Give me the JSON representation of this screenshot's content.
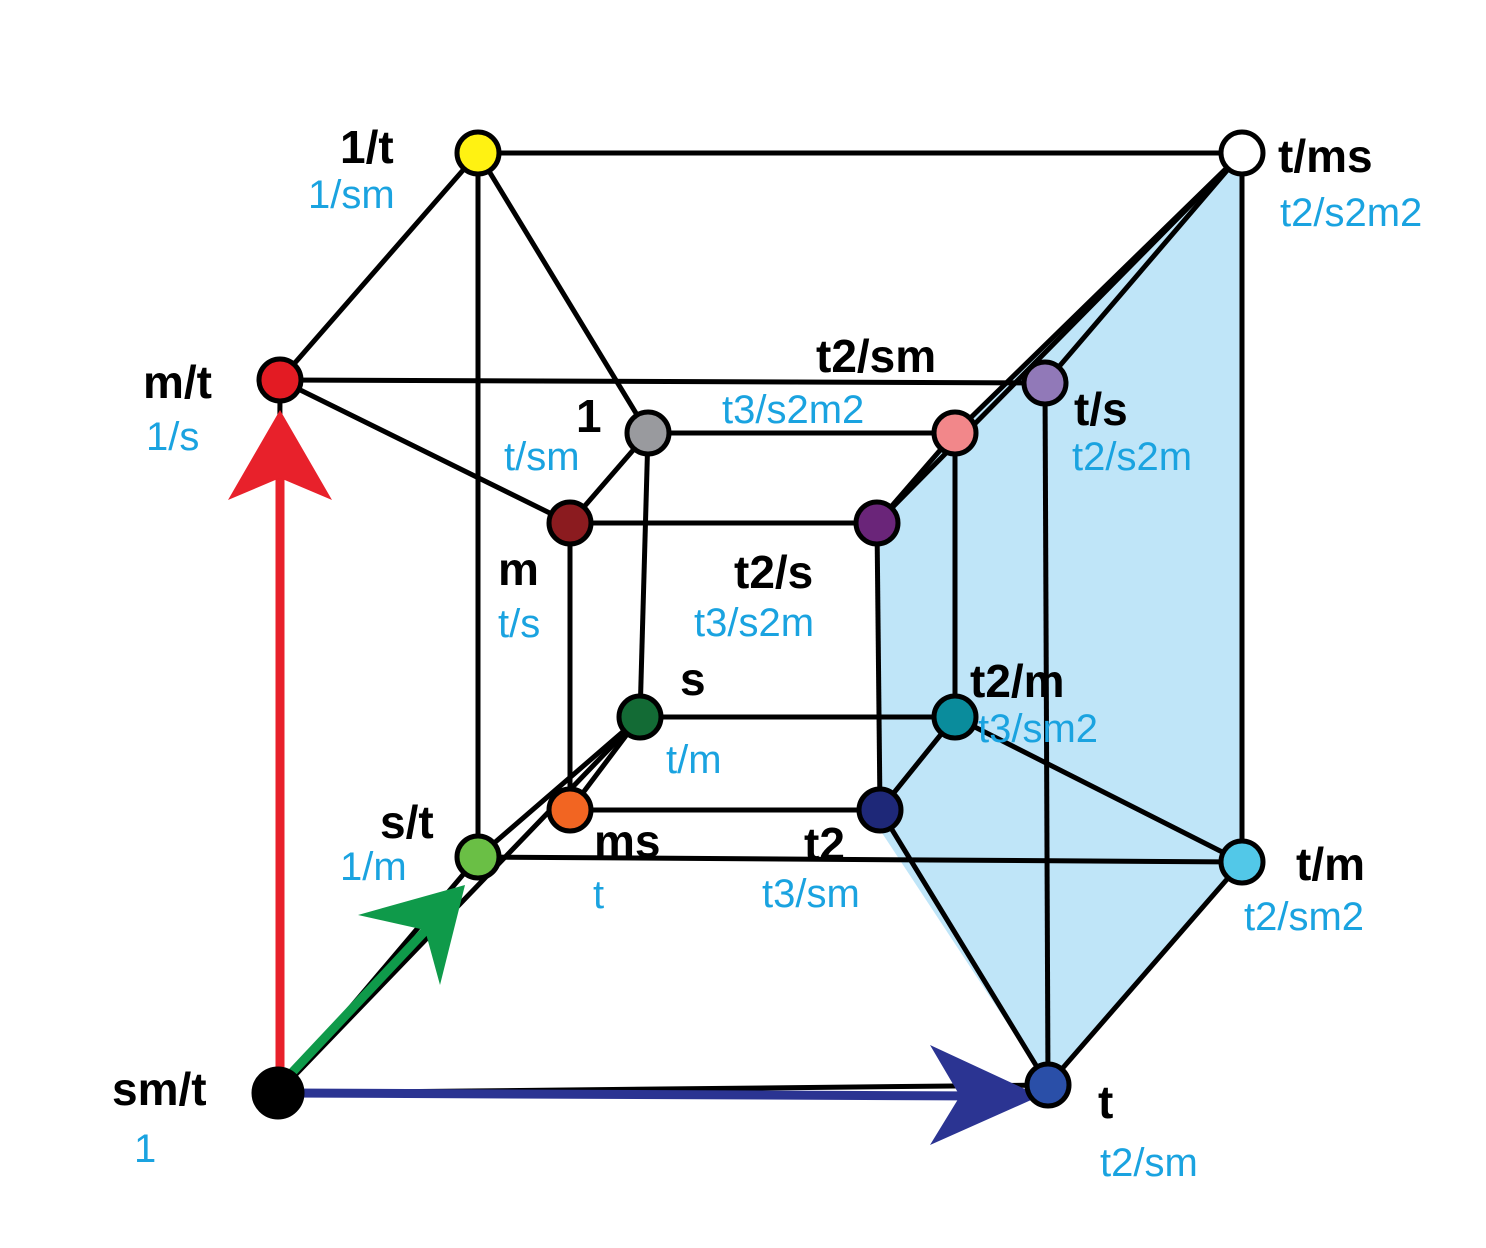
{
  "colors": {
    "edge": "#000000",
    "node_stroke": "#000000",
    "label": "#000000",
    "sub_label": "#1aa3e0",
    "face_fill": "#a9dcf5",
    "arrow_red": "#e8212b",
    "arrow_green": "#0f9a4a",
    "arrow_blue": "#2b3492"
  },
  "nodes": [
    {
      "id": "sm_t",
      "label": "sm/t",
      "sub": "1",
      "color": "#000000"
    },
    {
      "id": "t",
      "label": "t",
      "sub": "t2/sm",
      "color": "#2a4fa8"
    },
    {
      "id": "m_t",
      "label": "m/t",
      "sub": "1/s",
      "color": "#e31b23"
    },
    {
      "id": "one_t",
      "label": "1/t",
      "sub": "1/sm",
      "color": "#fff212"
    },
    {
      "id": "t_ms",
      "label": "t/ms",
      "sub": "t2/s2m2",
      "color": "#ffffff"
    },
    {
      "id": "t_m",
      "label": "t/m",
      "sub": "t2/sm2",
      "color": "#52c8e8"
    },
    {
      "id": "s_t",
      "label": "s/t",
      "sub": "1/m",
      "color": "#6abf45"
    },
    {
      "id": "one",
      "label": "1",
      "sub": "t/sm",
      "color": "#999a9e"
    },
    {
      "id": "m",
      "label": "m",
      "sub": "t/s",
      "color": "#8b1b1f"
    },
    {
      "id": "s",
      "label": "s",
      "sub": "t/m",
      "color": "#136b35"
    },
    {
      "id": "ms",
      "label": "ms",
      "sub": "t",
      "color": "#f26522"
    },
    {
      "id": "t2_sm",
      "label": "t2/sm",
      "sub": "t3/s2m2",
      "color": "#f2878a"
    },
    {
      "id": "t_s",
      "label": "t/s",
      "sub": "t2/s2m",
      "color": "#9179b8"
    },
    {
      "id": "t2_s",
      "label": "t2/s",
      "sub": "t3/s2m",
      "color": "#6a2579"
    },
    {
      "id": "t2_m",
      "label": "t2/m",
      "sub": "t3/sm2",
      "color": "#0a8c9c"
    },
    {
      "id": "t2",
      "label": "t2",
      "sub": "t3/sm",
      "color": "#1e2878"
    }
  ],
  "axes": [
    {
      "name": "vertical-arrow",
      "color_key": "arrow_red"
    },
    {
      "name": "diagonal-arrow",
      "color_key": "arrow_green"
    },
    {
      "name": "horizontal-arrow",
      "color_key": "arrow_blue"
    }
  ]
}
